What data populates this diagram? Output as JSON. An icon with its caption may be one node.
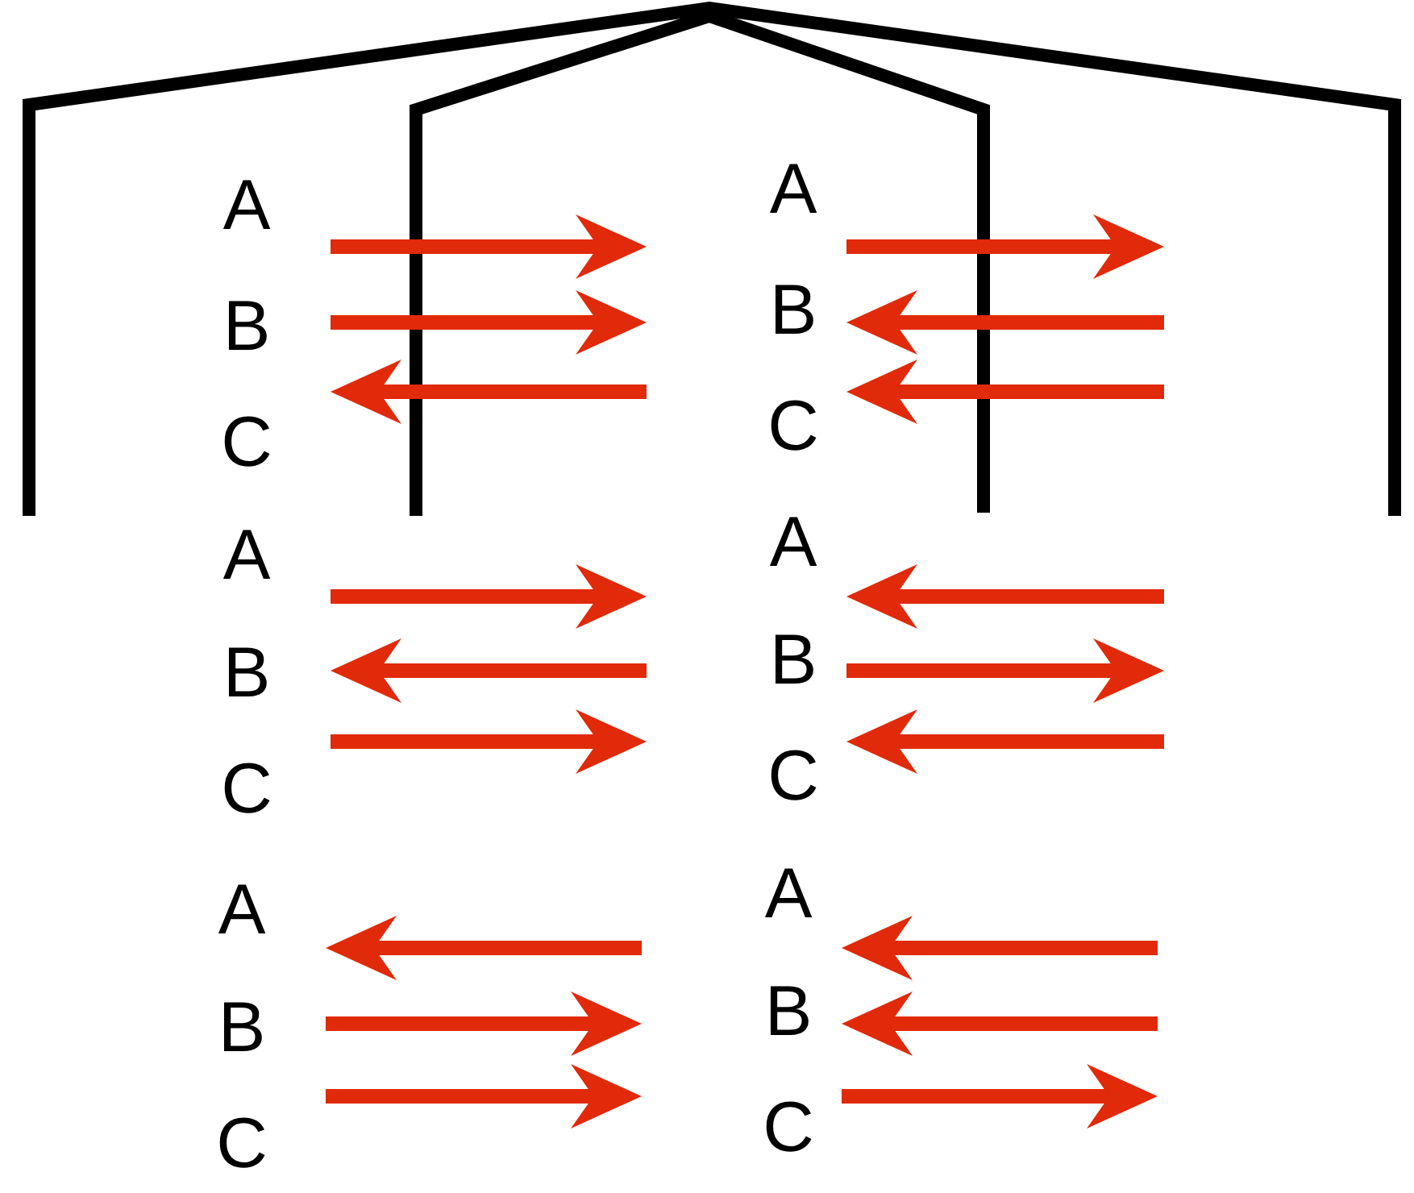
{
  "diagram": {
    "labels": [
      "A",
      "A",
      "B",
      "B",
      "C",
      "C",
      "A",
      "A",
      "B",
      "B",
      "C",
      "C",
      "A",
      "A",
      "B",
      "B",
      "C",
      "C"
    ]
  }
}
